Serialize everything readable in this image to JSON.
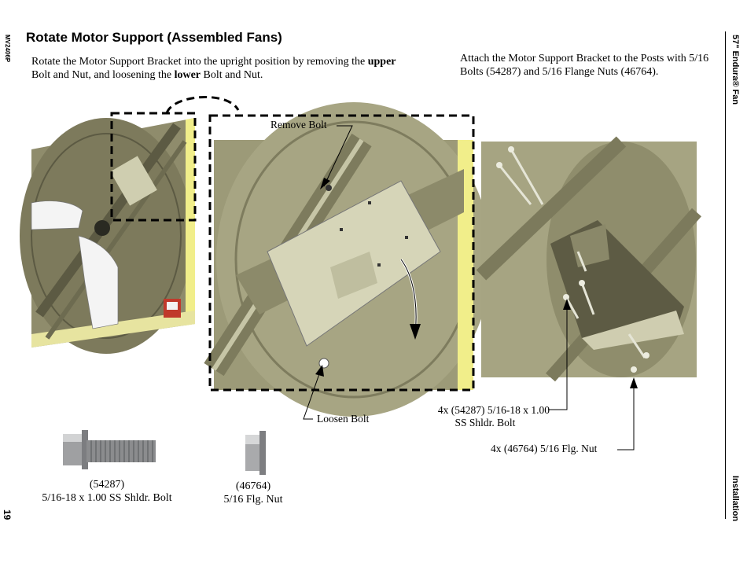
{
  "sidebar_left": {
    "doc_code": "MV2406P",
    "page_number": "19"
  },
  "sidebar_right": {
    "product_title": "57\" Endura® Fan",
    "section": "Installation"
  },
  "heading": "Rotate Motor Support (Assembled Fans)",
  "intro": {
    "part1": "Rotate the Motor Support Bracket into the upright position by removing the ",
    "bold1": "upper",
    "part2": " Bolt and Nut, and loosening the ",
    "bold2": "lower",
    "part3": " Bolt and Nut."
  },
  "attach_instruction": "Attach the Motor Support Bracket to the Posts with 5/16 Bolts (54287) and 5/16 Flange Nuts (46764).",
  "callouts": {
    "remove_bolt": "Remove Bolt",
    "loosen_bolt": "Loosen Bolt",
    "bolt_qty_line1": "4x (54287) 5/16-18 x 1.00",
    "bolt_qty_line2": "SS Shldr. Bolt",
    "nut_qty": "4x (46764) 5/16 Flg. Nut"
  },
  "parts": [
    {
      "part_no": "(54287)",
      "description": "5/16-18 x 1.00 SS Shldr. Bolt"
    },
    {
      "part_no": "(46764)",
      "description": "5/16 Flg. Nut"
    }
  ],
  "colors": {
    "olive": "#8f8c6c",
    "olive_dark": "#55543d",
    "olive_light": "#d4d3b5",
    "hazard_yellow": "#f1ee8a"
  }
}
